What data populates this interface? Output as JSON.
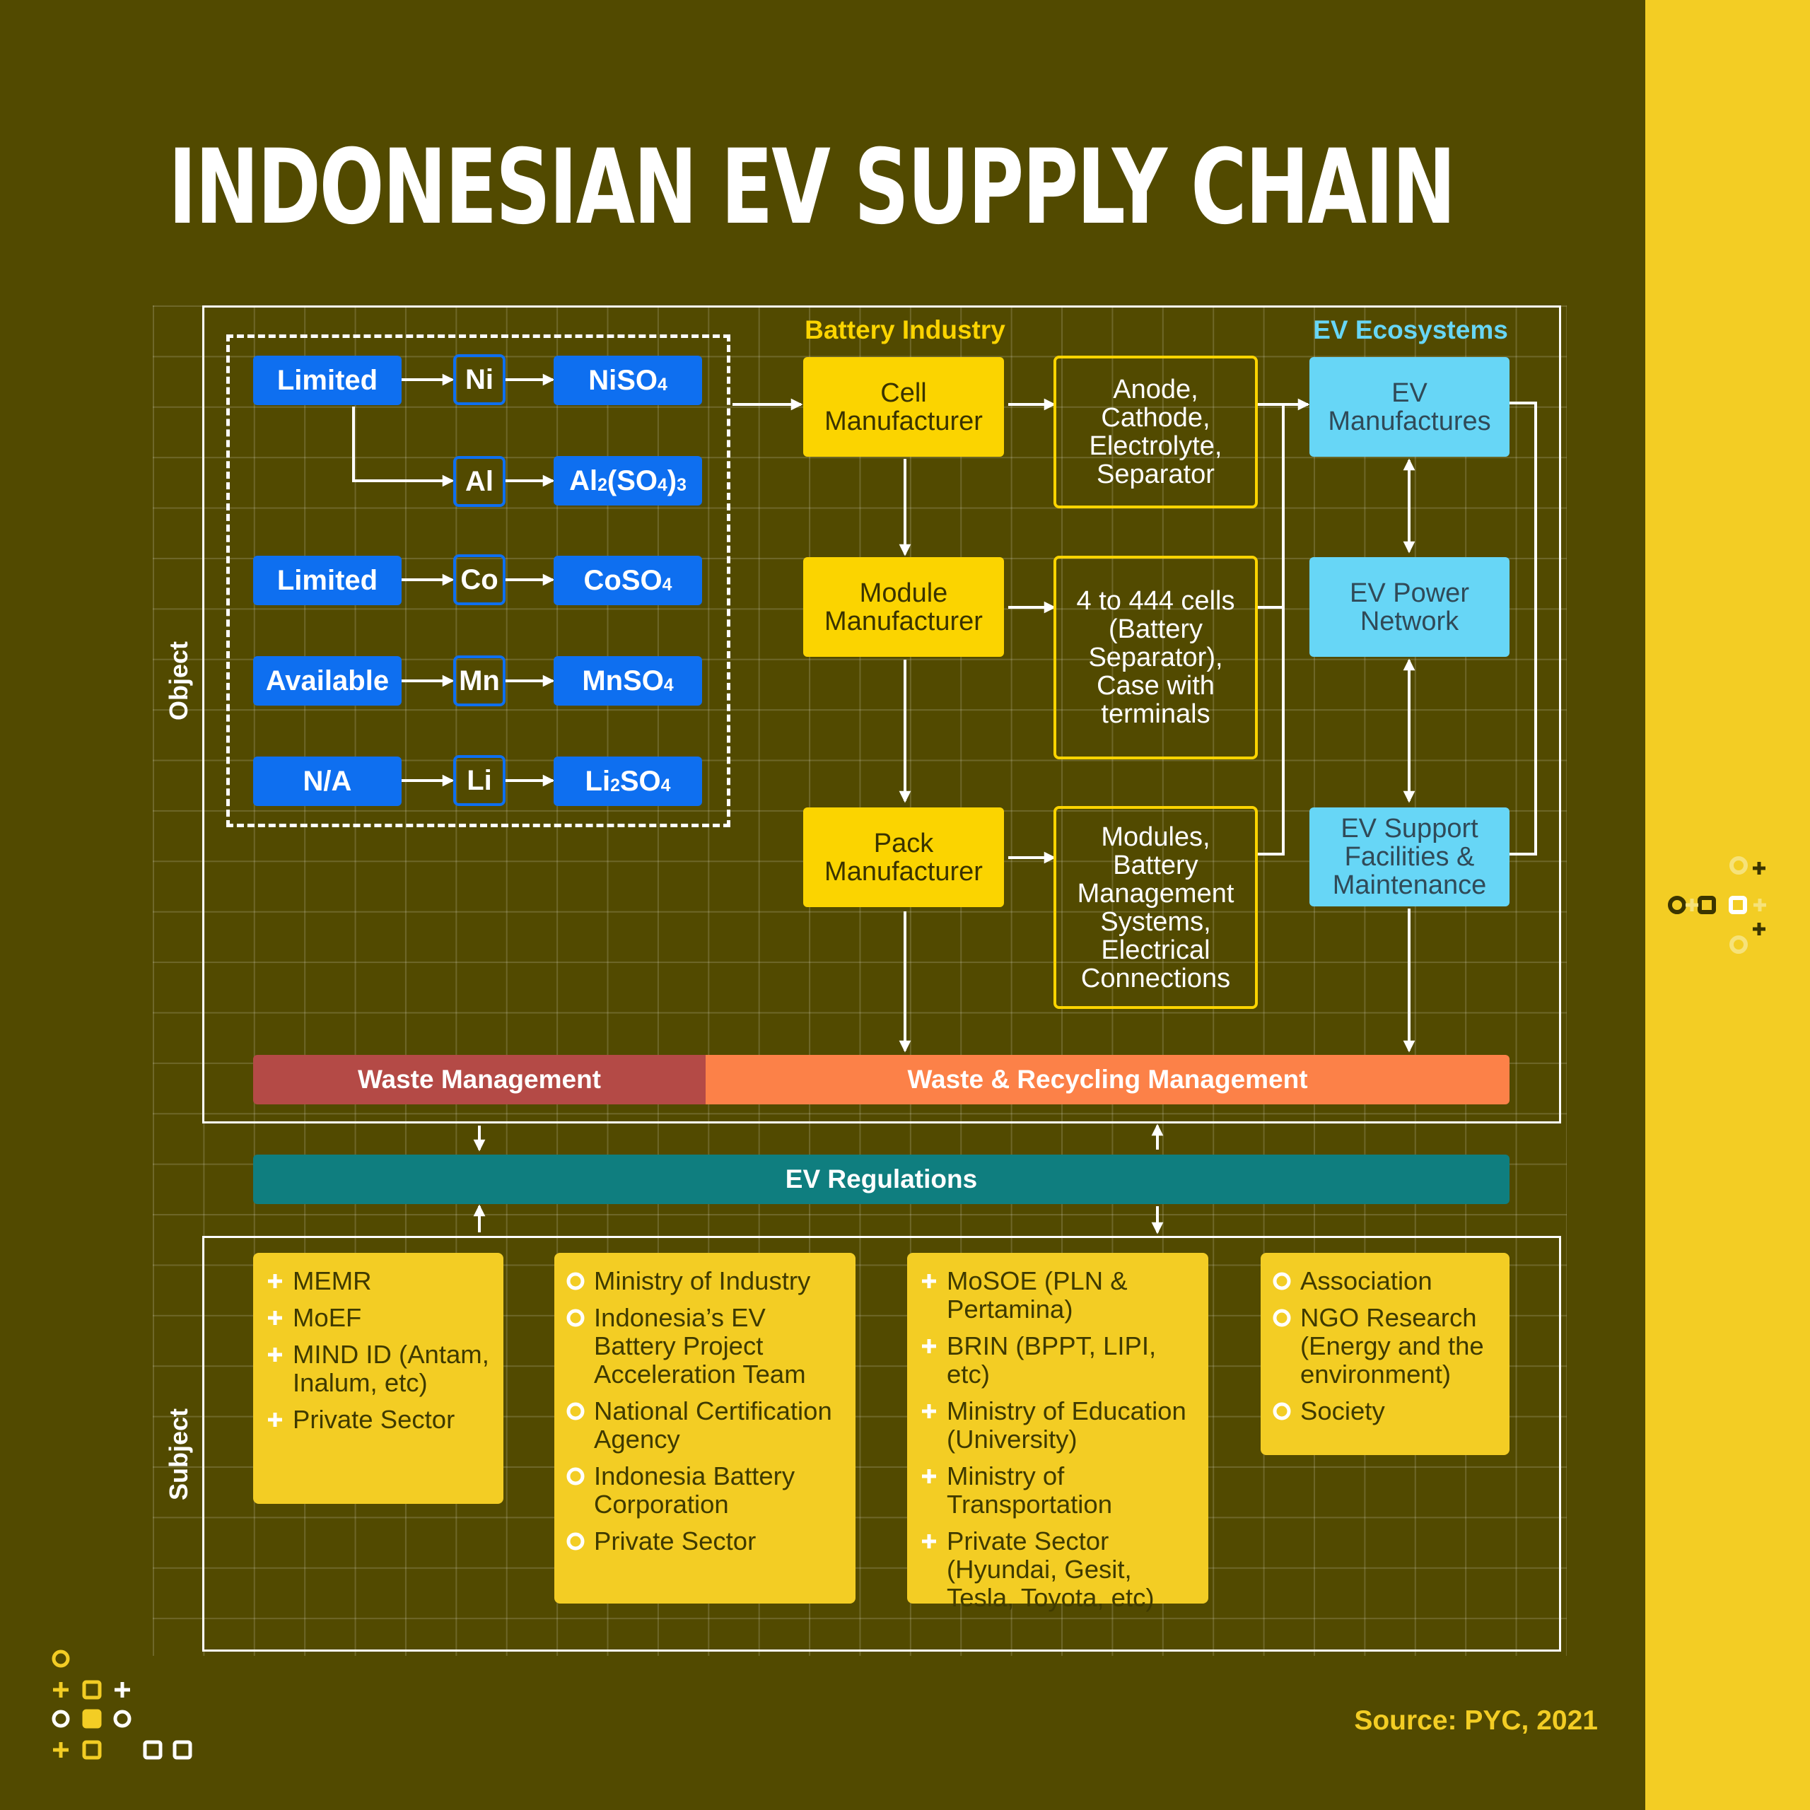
{
  "title": "INDONESIAN EV SUPPLY CHAIN",
  "labels": {
    "object": "Object",
    "subject": "Subject"
  },
  "headers": {
    "battery_industry": "Battery Industry",
    "ev_ecosystems": "EV Ecosystems"
  },
  "raw_materials": [
    {
      "status": "Limited",
      "element": "Ni",
      "compound": "NiSO4"
    },
    {
      "status": "",
      "element": "Al",
      "compound": "Al2(SO4)3"
    },
    {
      "status": "Limited",
      "element": "Co",
      "compound": "CoSO4"
    },
    {
      "status": "Available",
      "element": "Mn",
      "compound": "MnSO4"
    },
    {
      "status": "N/A",
      "element": "Li",
      "compound": "Li2SO4"
    }
  ],
  "manufacturing": [
    {
      "stage": "Cell Manufacturer",
      "components": "Anode, Cathode, Electrolyte, Separator"
    },
    {
      "stage": "Module Manufacturer",
      "components": "4 to 444 cells (Battery Separator), Case with terminals"
    },
    {
      "stage": "Pack Manufacturer",
      "components": "Modules, Battery Management Systems, Electrical Connections"
    }
  ],
  "ecosystem": [
    "EV Manufactures",
    "EV Power Network",
    "EV Support Facilities & Maintenance"
  ],
  "bars": {
    "waste": "Waste Management",
    "recycling": "Waste & Recycling Management",
    "regulations": "EV Regulations"
  },
  "subjects": [
    {
      "bullet": "plus",
      "items": [
        "MEMR",
        "MoEF",
        "MIND ID (Antam, Inalum, etc)",
        "Private Sector"
      ]
    },
    {
      "bullet": "circle",
      "items": [
        "Ministry of Industry",
        "Indonesia’s EV Battery Project Acceleration Team",
        "National Certification Agency",
        "Indonesia Battery Corporation",
        "Private Sector"
      ]
    },
    {
      "bullet": "plus",
      "items": [
        "MoSOE (PLN & Pertamina)",
        "BRIN (BPPT, LIPI, etc)",
        "Ministry of Education (University)",
        "Ministry of Transportation",
        "Private Sector (Hyundai, Gesit, Tesla, Toyota, etc)"
      ]
    },
    {
      "bullet": "circle",
      "items": [
        "Association",
        "NGO Research (Energy and the environment)",
        "Society"
      ]
    }
  ],
  "source": "Source: PYC, 2021",
  "colors": {
    "background": "#524a00",
    "accent_yellow": "#f3cd24",
    "battery_yellow": "#fbd400",
    "material_blue": "#0e6ff0",
    "ecosystem_cyan": "#67d6f6",
    "waste_red": "#b44a46",
    "recycling_orange": "#fc8148",
    "regulation_teal": "#0f7e7f",
    "ecosystem_header": "#67d6f6"
  }
}
